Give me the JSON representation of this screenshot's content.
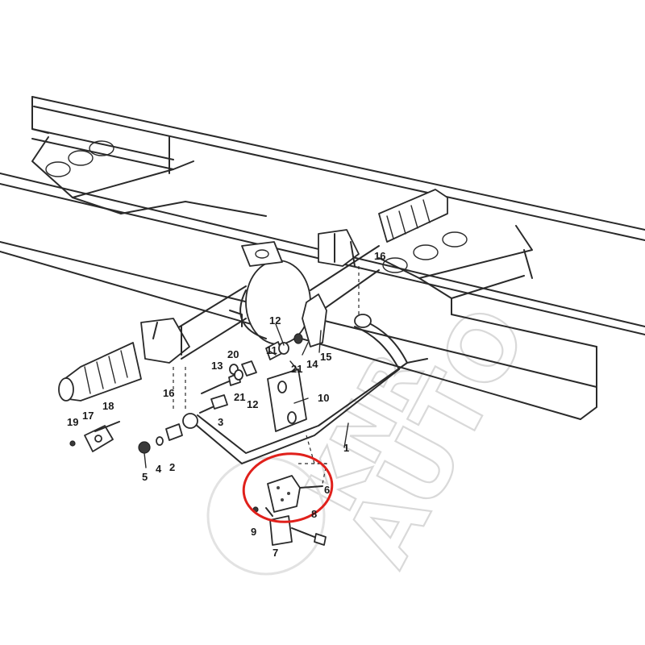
{
  "colors": {
    "line": "#2a2a2a",
    "highlight": "#e0201b",
    "watermark": "#d9d9d9",
    "background": "#ffffff"
  },
  "watermark": {
    "line1": "KNR",
    "line2": "AUTO"
  },
  "parts": [
    {
      "id": "p1",
      "label": "1"
    },
    {
      "id": "p2",
      "label": "2"
    },
    {
      "id": "p3",
      "label": "3"
    },
    {
      "id": "p4",
      "label": "4"
    },
    {
      "id": "p5",
      "label": "5"
    },
    {
      "id": "p6",
      "label": "6"
    },
    {
      "id": "p7",
      "label": "7"
    },
    {
      "id": "p8",
      "label": "8"
    },
    {
      "id": "p9",
      "label": "9"
    },
    {
      "id": "p10",
      "label": "10"
    },
    {
      "id": "p11",
      "label": "11"
    },
    {
      "id": "p12a",
      "label": "12"
    },
    {
      "id": "p12b",
      "label": "12"
    },
    {
      "id": "p13",
      "label": "13"
    },
    {
      "id": "p14",
      "label": "14"
    },
    {
      "id": "p15",
      "label": "15"
    },
    {
      "id": "p16a",
      "label": "16"
    },
    {
      "id": "p16b",
      "label": "16"
    },
    {
      "id": "p17",
      "label": "17"
    },
    {
      "id": "p18",
      "label": "18"
    },
    {
      "id": "p19",
      "label": "19"
    },
    {
      "id": "p20",
      "label": "20"
    },
    {
      "id": "p21a",
      "label": "21"
    },
    {
      "id": "p21b",
      "label": "21"
    }
  ],
  "highlight": {
    "part": "6",
    "shape": "ellipse"
  }
}
